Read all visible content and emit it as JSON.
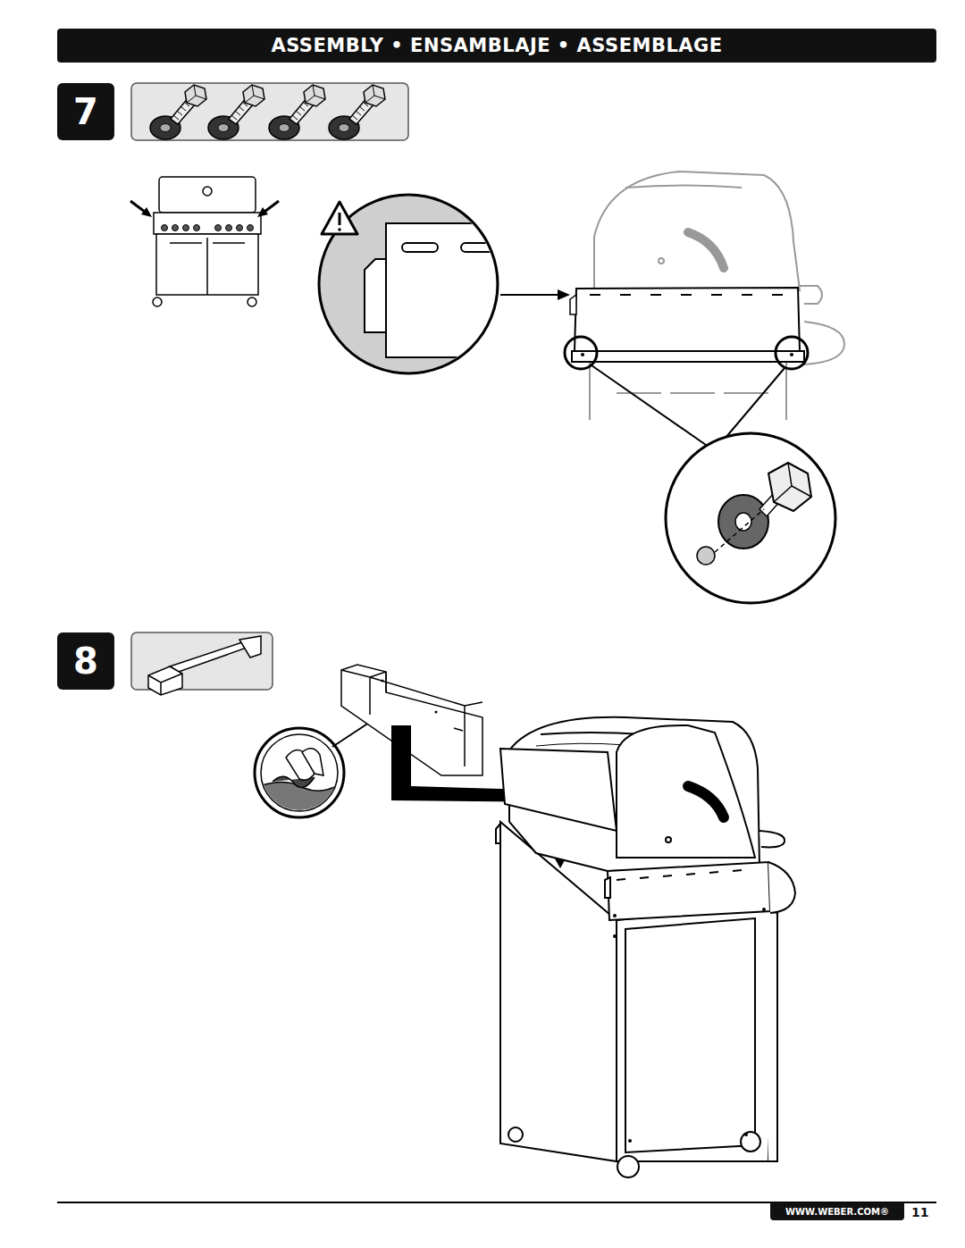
{
  "diagram": {
    "title": "ASSEMBLY • ENSAMBLAJE • ASSEMBLAGE",
    "nodes": [
      {
        "text": [
          "7"
        ]
      },
      {
        "text": [
          "8"
        ]
      },
      {
        "text": [
          "WWW.WEBER.COM®"
        ]
      }
    ],
    "labels": [
      "11"
    ]
  }
}
